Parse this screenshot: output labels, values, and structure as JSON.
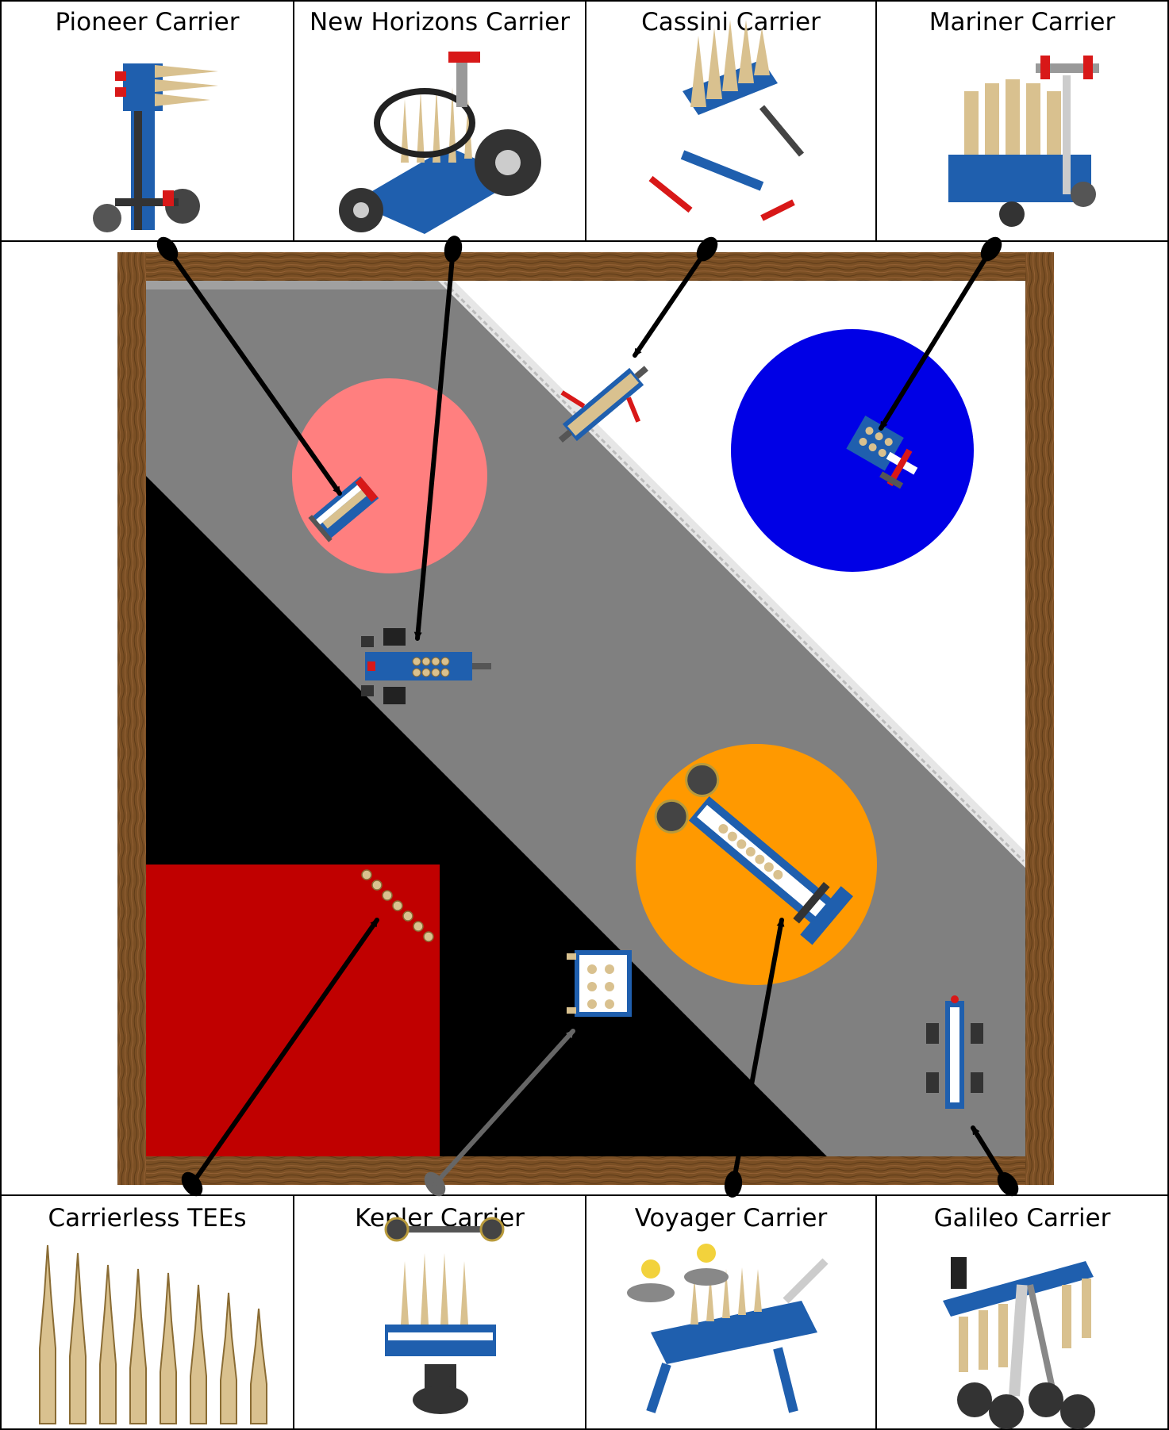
{
  "header_caption": "",
  "top_cells": [
    {
      "label": "Pioneer Carrier",
      "icon": "pioneer-carrier-model"
    },
    {
      "label": "New Horizons Carrier",
      "icon": "new-horizons-carrier-model"
    },
    {
      "label": "Cassini Carrier",
      "icon": "cassini-carrier-model"
    },
    {
      "label": "Mariner Carrier",
      "icon": "mariner-carrier-model"
    }
  ],
  "bottom_cells": [
    {
      "label": "Carrierless TEEs",
      "icon": "tees-model"
    },
    {
      "label": "Kepler Carrier",
      "icon": "kepler-carrier-model"
    },
    {
      "label": "Voyager Carrier",
      "icon": "voyager-carrier-model"
    },
    {
      "label": "Galileo Carrier",
      "icon": "galileo-carrier-model"
    }
  ],
  "colors": {
    "wood": "#7a4f24",
    "wood_dark": "#5e3b18",
    "gray_zone": "#808080",
    "light_gray_zone": "#a0a0a0",
    "black_zone": "#000000",
    "white_zone": "#ffffff",
    "pink_circle": "#ff7f7f",
    "blue_circle": "#0000e6",
    "orange_circle": "#ff9900",
    "red_square": "#c00000",
    "arrow": "#000000",
    "arrow_gray": "#666666",
    "lego_blue": "#1f5fae",
    "lego_tan": "#d9c18f",
    "lego_red": "#d81818"
  }
}
